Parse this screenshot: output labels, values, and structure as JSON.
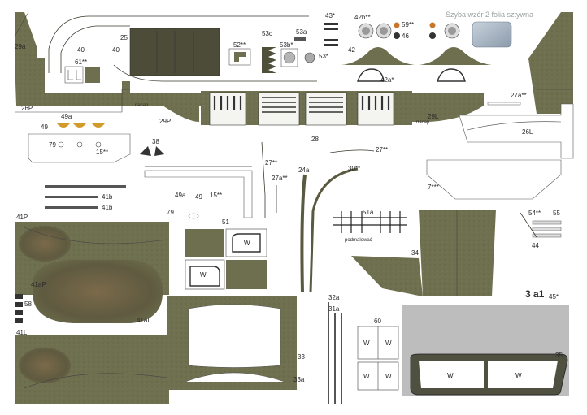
{
  "sheet": {
    "glass_caption": "Szyba wzór 2 folia sztywna",
    "scale_mark": "3 a1",
    "notes": {
      "nacap_1": "nacap",
      "nacap_2": "nacap",
      "podmalowac": "podmalować"
    },
    "window_letter": "W",
    "labels": {
      "p29a": "29a",
      "p40a": "40",
      "p40b": "40",
      "p25": "25",
      "p43": "43*",
      "p42b": "42b**",
      "p59": "59**",
      "p46": "46",
      "p52": "52**",
      "p53c": "53c",
      "p53b": "53b*",
      "p53a": "53a",
      "p53": "53*",
      "p42": "42",
      "p42a": "42a*",
      "p61": "61**",
      "p26P": "26P",
      "p49a": "49a",
      "p49": "49",
      "p29P": "29P",
      "p28": "28",
      "p29L": "29L",
      "p27a": "27a**",
      "p26L": "26L",
      "p79": "79",
      "p15": "15**",
      "p38": "38",
      "p27": "27**",
      "p27b": "27**",
      "p27a2": "27a**",
      "p24a": "24a",
      "p30": "30**",
      "p7": "7***",
      "p41b_1": "41b",
      "p41b_2": "41b",
      "p49a_2": "49a",
      "p49_2": "49",
      "p15_2": "15**",
      "p79_2": "79",
      "p51": "51",
      "p51a": "51a",
      "p54": "54**",
      "p55": "55",
      "p44": "44",
      "p41P": "41P",
      "p34": "34",
      "p41aP": "41aP",
      "p58": "58",
      "p41aL": "41aL",
      "p41L": "41L",
      "p32a": "32a",
      "p31a": "31a",
      "p60": "60",
      "p45": "45*",
      "p33": "33",
      "p33a": "33a",
      "p35": "35"
    }
  }
}
